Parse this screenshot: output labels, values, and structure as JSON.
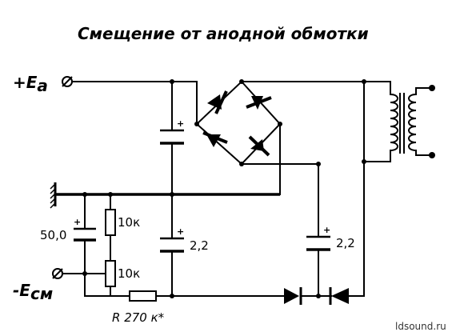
{
  "title": "Смещение от анодной обмотки",
  "terminals": {
    "anode_main": "+E",
    "anode_sub": "a",
    "bias_main": "-E",
    "bias_sub": "см"
  },
  "components": {
    "c_bias_value": "50,0",
    "r_upper_value": "10к",
    "r_pot_value": "10к",
    "c_mid_value": "2,2",
    "c_right_value": "2,2",
    "r_series_label": "R  270 к*",
    "polarity_mark": "+"
  },
  "watermark": "ldsound.ru"
}
